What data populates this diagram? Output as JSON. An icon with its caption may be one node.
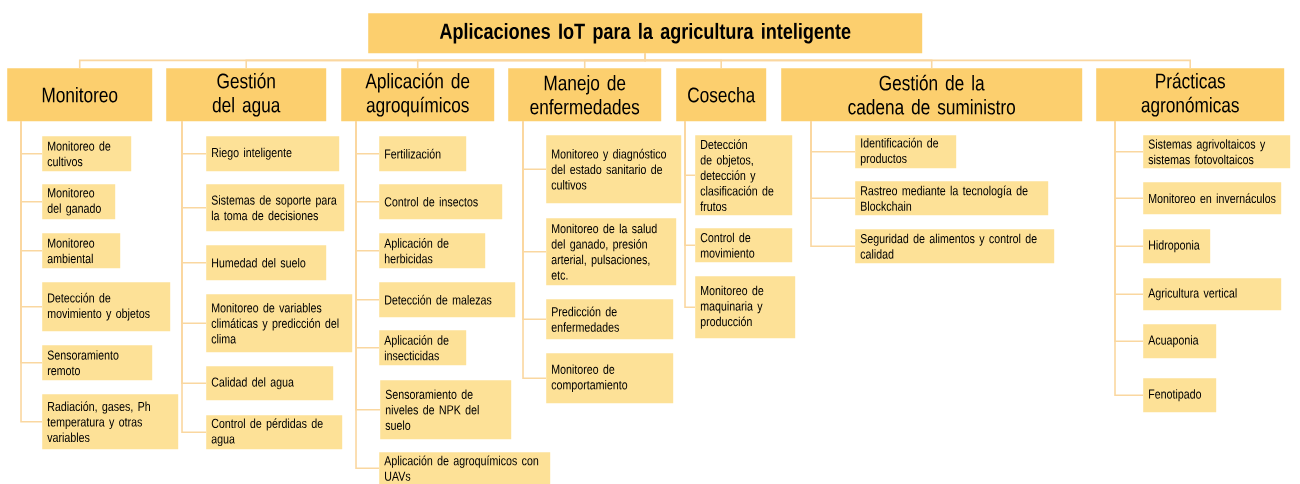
{
  "diagram": {
    "nodes": [
      {
        "text": [
          "Aplicaciones IoT para la agricultura inteligente"
        ]
      },
      {
        "text": [
          "Monitoreo"
        ]
      },
      {
        "text": [
          "Monitoreo de cultivos"
        ]
      },
      {
        "text": [
          "Monitoreo del ganado"
        ]
      },
      {
        "text": [
          "Monitoreo ambiental"
        ]
      },
      {
        "text": [
          "Detección de movimiento y objetos"
        ]
      },
      {
        "text": [
          "Sensoramiento remoto"
        ]
      },
      {
        "text": [
          "Radiación, gases, Ph temperatura y otras variables"
        ]
      },
      {
        "text": [
          "Gestión del agua"
        ]
      },
      {
        "text": [
          "Riego inteligente"
        ]
      },
      {
        "text": [
          "Sistemas de soporte para la toma de decisiones"
        ]
      },
      {
        "text": [
          "Humedad del suelo"
        ]
      },
      {
        "text": [
          "Monitoreo de variables climáticas y predicción del clima"
        ]
      },
      {
        "text": [
          "Calidad del agua"
        ]
      },
      {
        "text": [
          "Control de pérdidas de agua"
        ]
      },
      {
        "text": [
          "Aplicación de agroquímicos"
        ]
      },
      {
        "text": [
          "Fertilización"
        ]
      },
      {
        "text": [
          "Control de insectos"
        ]
      },
      {
        "text": [
          "Aplicación de herbicidas"
        ]
      },
      {
        "text": [
          "Detección de malezas"
        ]
      },
      {
        "text": [
          "Aplicación de insecticidas"
        ]
      },
      {
        "text": [
          "Sensoramiento de niveles de NPK del suelo"
        ]
      },
      {
        "text": [
          "Aplicación de agroquímicos con UAVs"
        ]
      },
      {
        "text": [
          "Manejo de enfermedades"
        ]
      },
      {
        "text": [
          "Monitoreo y diagnóstico del estado sanitario de cultivos"
        ]
      },
      {
        "text": [
          "Monitoreo de la salud del ganado, presión arterial, pulsaciones, etc."
        ]
      },
      {
        "text": [
          "Predicción de enfermedades"
        ]
      },
      {
        "text": [
          "Monitoreo de comportamiento"
        ]
      },
      {
        "text": [
          "Cosecha"
        ]
      },
      {
        "text": [
          "Detección de objetos, detección y clasificación de frutos"
        ]
      },
      {
        "text": [
          "Control de movimiento"
        ]
      },
      {
        "text": [
          "Monitoreo de maquinaria y producción"
        ]
      },
      {
        "text": [
          "Gestión de la cadena de suministro"
        ]
      },
      {
        "text": [
          "Identificación de productos"
        ]
      },
      {
        "text": [
          "Rastreo mediante la tecnología de Blockchain"
        ]
      },
      {
        "text": [
          "Seguridad de alimentos y control de calidad"
        ]
      },
      {
        "text": [
          "Prácticas agronómicas"
        ]
      },
      {
        "text": [
          "Sistemas agrivoltaicos y sistemas fotovoltaicos"
        ]
      },
      {
        "text": [
          "Monitoreo en invernáculos"
        ]
      },
      {
        "text": [
          "Hidroponia"
        ]
      },
      {
        "text": [
          "Agricultura vertical"
        ]
      },
      {
        "text": [
          "Acuaponia"
        ]
      },
      {
        "text": [
          "Fenotipado"
        ]
      }
    ],
    "edges": [
      {
        "from": 0,
        "to": 1,
        "arrow": "none"
      },
      {
        "from": 0,
        "to": 8,
        "arrow": "none"
      },
      {
        "from": 0,
        "to": 15,
        "arrow": "none"
      },
      {
        "from": 0,
        "to": 23,
        "arrow": "none"
      },
      {
        "from": 0,
        "to": 28,
        "arrow": "none"
      },
      {
        "from": 0,
        "to": 32,
        "arrow": "none"
      },
      {
        "from": 0,
        "to": 36,
        "arrow": "none"
      },
      {
        "from": 1,
        "to": 2,
        "arrow": "none"
      },
      {
        "from": 1,
        "to": 3,
        "arrow": "none"
      },
      {
        "from": 1,
        "to": 4,
        "arrow": "none"
      },
      {
        "from": 1,
        "to": 5,
        "arrow": "none"
      },
      {
        "from": 1,
        "to": 6,
        "arrow": "none"
      },
      {
        "from": 1,
        "to": 7,
        "arrow": "none"
      },
      {
        "from": 8,
        "to": 9,
        "arrow": "none"
      },
      {
        "from": 8,
        "to": 10,
        "arrow": "none"
      },
      {
        "from": 8,
        "to": 11,
        "arrow": "none"
      },
      {
        "from": 8,
        "to": 12,
        "arrow": "none"
      },
      {
        "from": 8,
        "to": 13,
        "arrow": "none"
      },
      {
        "from": 8,
        "to": 14,
        "arrow": "none"
      },
      {
        "from": 15,
        "to": 16,
        "arrow": "none"
      },
      {
        "from": 15,
        "to": 17,
        "arrow": "none"
      },
      {
        "from": 15,
        "to": 18,
        "arrow": "none"
      },
      {
        "from": 15,
        "to": 19,
        "arrow": "none"
      },
      {
        "from": 15,
        "to": 20,
        "arrow": "none"
      },
      {
        "from": 15,
        "to": 21,
        "arrow": "none"
      },
      {
        "from": 15,
        "to": 22,
        "arrow": "none"
      },
      {
        "from": 23,
        "to": 24,
        "arrow": "none"
      },
      {
        "from": 23,
        "to": 25,
        "arrow": "none"
      },
      {
        "from": 23,
        "to": 26,
        "arrow": "none"
      },
      {
        "from": 23,
        "to": 27,
        "arrow": "none"
      },
      {
        "from": 28,
        "to": 29,
        "arrow": "none"
      },
      {
        "from": 28,
        "to": 30,
        "arrow": "none"
      },
      {
        "from": 28,
        "to": 31,
        "arrow": "none"
      },
      {
        "from": 32,
        "to": 33,
        "arrow": "none"
      },
      {
        "from": 32,
        "to": 34,
        "arrow": "none"
      },
      {
        "from": 32,
        "to": 35,
        "arrow": "none"
      },
      {
        "from": 36,
        "to": 37,
        "arrow": "none"
      },
      {
        "from": 36,
        "to": 38,
        "arrow": "none"
      },
      {
        "from": 36,
        "to": 39,
        "arrow": "none"
      },
      {
        "from": 36,
        "to": 40,
        "arrow": "none"
      },
      {
        "from": 36,
        "to": 41,
        "arrow": "none"
      },
      {
        "from": 36,
        "to": 42,
        "arrow": "none"
      }
    ]
  }
}
